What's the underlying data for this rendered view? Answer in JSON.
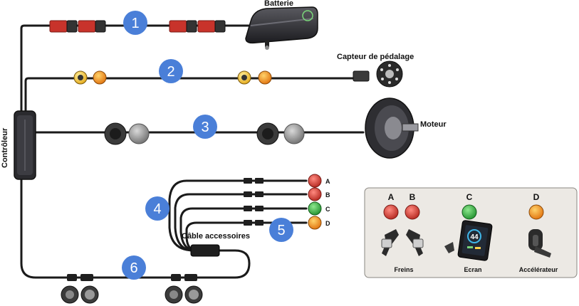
{
  "labels": {
    "battery": "Batterie",
    "pedal_sensor": "Capteur de pédalage",
    "motor": "Moteur",
    "controller": "Contrôleur",
    "accessory_cable": "Câble accessoires"
  },
  "markers": [
    "1",
    "2",
    "3",
    "4",
    "5",
    "6"
  ],
  "accessory_ports": [
    "A",
    "B",
    "C",
    "D"
  ],
  "legend": {
    "columns": [
      "A",
      "B",
      "C",
      "D"
    ],
    "brakes": "Freins",
    "screen": "Ecran",
    "throttle": "Accélérateur",
    "screen_reading": "44"
  },
  "colors": {
    "cable": "#1a1a1a",
    "marker": "#4a7fd8",
    "legend_bg": "#ece9e4",
    "connector_red": "#c8332b",
    "connector_orange": "#f08a1c",
    "connector_yellow": "#f2c318",
    "connector_green": "#2fae3c"
  }
}
